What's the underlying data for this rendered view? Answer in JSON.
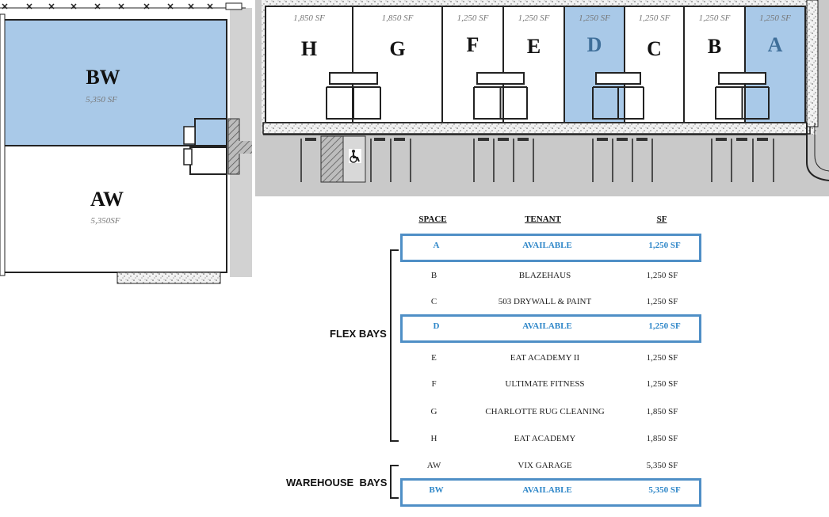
{
  "siteplan": {
    "north_units": [
      {
        "letter": "H",
        "sf": "1,850 SF",
        "available": false
      },
      {
        "letter": "G",
        "sf": "1,850 SF",
        "available": false
      },
      {
        "letter": "F",
        "sf": "1,250 SF",
        "available": false
      },
      {
        "letter": "E",
        "sf": "1,250 SF",
        "available": false
      },
      {
        "letter": "D",
        "sf": "1,250 SF",
        "available": true
      },
      {
        "letter": "C",
        "sf": "1,250 SF",
        "available": false
      },
      {
        "letter": "B",
        "sf": "1,250 SF",
        "available": false
      },
      {
        "letter": "A",
        "sf": "1,250 SF",
        "available": true
      }
    ],
    "warehouse": [
      {
        "letter": "BW",
        "sf": "5,350 SF",
        "available": true
      },
      {
        "letter": "AW",
        "sf": "5,350SF",
        "available": false
      }
    ],
    "accessible_icon": "wheelchair-icon"
  },
  "table": {
    "headers": {
      "space": "SPACE",
      "tenant": "TENANT",
      "sf": "SF"
    },
    "groups": {
      "flex": "FLEX BAYS",
      "warehouse": "WAREHOUSE  BAYS"
    },
    "rows": [
      {
        "space": "A",
        "tenant": "AVAILABLE",
        "sf": "1,250 SF",
        "highlight": true
      },
      {
        "space": "B",
        "tenant": "BLAZEHAUS",
        "sf": "1,250 SF",
        "highlight": false
      },
      {
        "space": "C",
        "tenant": "503 DRYWALL & PAINT",
        "sf": "1,250 SF",
        "highlight": false
      },
      {
        "space": "D",
        "tenant": "AVAILABLE",
        "sf": "1,250 SF",
        "highlight": true
      },
      {
        "space": "E",
        "tenant": "EAT ACADEMY II",
        "sf": "1,250 SF",
        "highlight": false
      },
      {
        "space": "F",
        "tenant": "ULTIMATE FITNESS",
        "sf": "1,250 SF",
        "highlight": false
      },
      {
        "space": "G",
        "tenant": "CHARLOTTE RUG CLEANING",
        "sf": "1,850 SF",
        "highlight": false
      },
      {
        "space": "H",
        "tenant": "EAT ACADEMY",
        "sf": "1,850 SF",
        "highlight": false
      },
      {
        "space": "AW",
        "tenant": "VIX GARAGE",
        "sf": "5,350 SF",
        "highlight": false
      },
      {
        "space": "BW",
        "tenant": "AVAILABLE",
        "sf": "5,350 SF",
        "highlight": true
      }
    ]
  },
  "colors": {
    "available_fill": "#a9c9e8",
    "highlight_border": "#4f8fc6",
    "highlight_text": "#2d86c8",
    "pavement": "#c9c9c9"
  }
}
